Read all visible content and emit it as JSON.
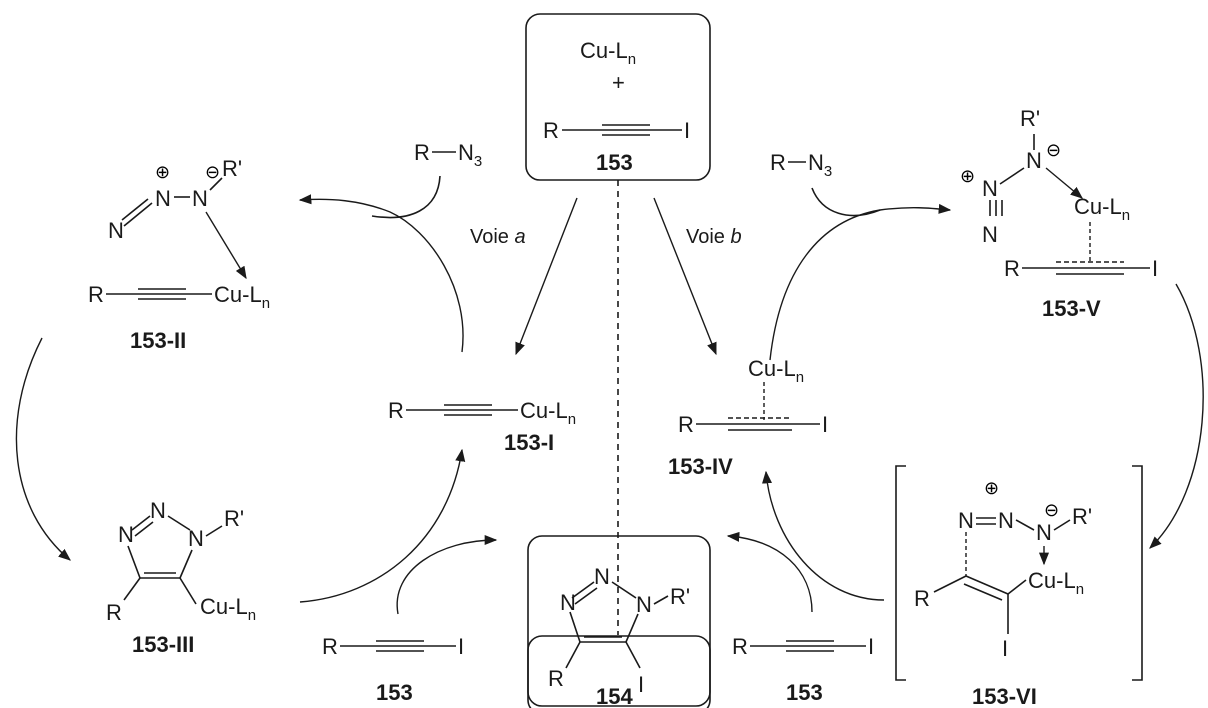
{
  "reagents": {
    "copper": "Cu-L",
    "plus": "+",
    "alkyne_r": "R",
    "alkyne_i": "I",
    "azide_r": "R",
    "azide_n": "N",
    "r_prime": "R'"
  },
  "labels": {
    "start": "153",
    "i1": "153-I",
    "i2": "153-II",
    "i3": "153-III",
    "i4": "153-IV",
    "i5": "153-V",
    "i6": "153-VI",
    "product": "154",
    "reagent_left": "153",
    "reagent_right": "153"
  },
  "pathways": {
    "a_prefix": "Voie ",
    "a_letter": "a",
    "b_prefix": "Voie ",
    "b_letter": "b"
  }
}
